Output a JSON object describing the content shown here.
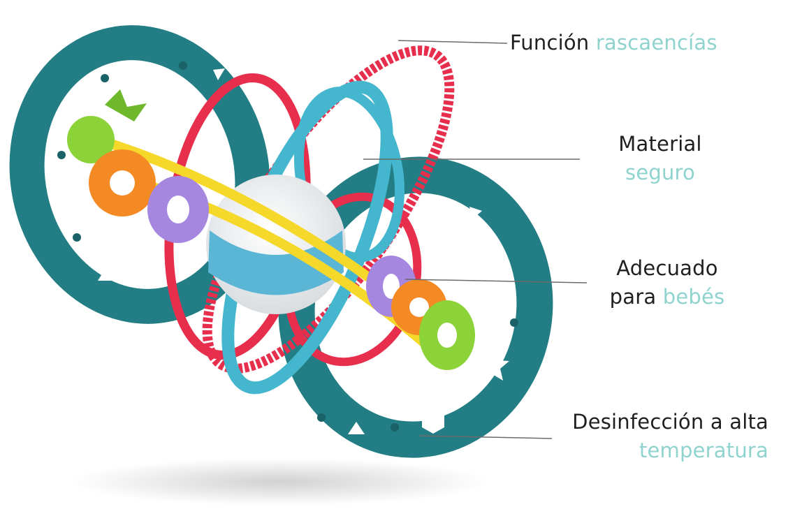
{
  "colors": {
    "teal_ring": "#227e84",
    "red_ring": "#e72e4c",
    "light_blue_ring": "#44b7cf",
    "yellow_rod": "#f6d82a",
    "purple_ring": "#a687e0",
    "orange_ring": "#f38a24",
    "green_teether": "#8cd33a",
    "accent_text": "#8fd3cf"
  },
  "callouts": [
    {
      "line1": "Función",
      "accent1": "rascaencías",
      "line2": "",
      "accent2": ""
    },
    {
      "line1": "Material",
      "accent1": "",
      "line2": "",
      "accent2": "seguro"
    },
    {
      "line1": "Adecuado",
      "accent1": "",
      "line2": "para",
      "accent2": "bebés"
    },
    {
      "line1": "Desinfección a alta",
      "accent1": "",
      "line2": "",
      "accent2": "temperatura"
    }
  ]
}
